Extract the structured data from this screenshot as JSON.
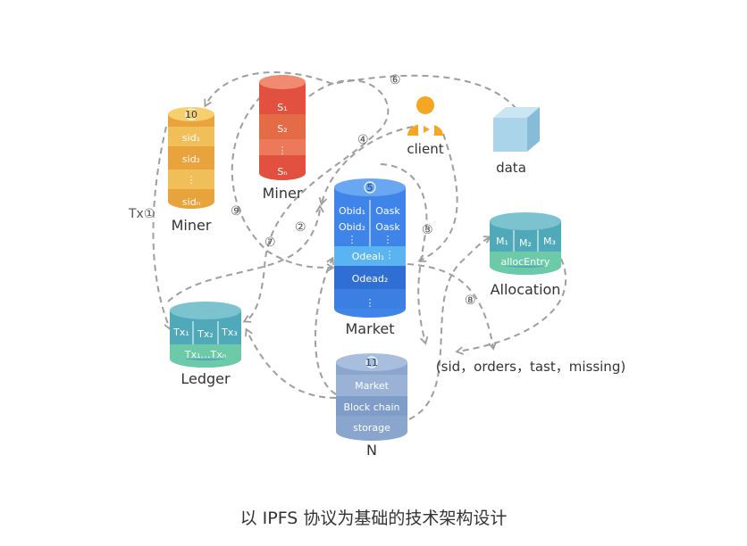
{
  "caption": "以 IPFS 协议为基础的技术架构设计",
  "colors": {
    "arrow": "#9e9e9e",
    "gold": "#e8a33c",
    "gold_light": "#f0bf5a",
    "red": "#e2513f",
    "red_light": "#ec7a5a",
    "blue": "#3f84e8",
    "blue_light": "#5ab4f2",
    "teal": "#5cc3b1",
    "slate": "#8aa6cf",
    "person": "#f5a623",
    "cube": "#a9d4ea"
  },
  "nodes": {
    "miner_sid": {
      "top_num": "10",
      "layers": [
        "sid₁",
        "sid₂",
        "⋮",
        "sidₙ"
      ],
      "label": "Miner"
    },
    "miner_s": {
      "layers": [
        "S₁",
        "S₂",
        "⋮",
        "Sₙ"
      ],
      "label": "Miner"
    },
    "market": {
      "top_num": "5",
      "row1_left": "Obid₁",
      "row1_right": "Oask",
      "row2_left": "Obid₂",
      "row2_right": "Oask",
      "row3_left": "⋮",
      "row3_right": "⋮",
      "deal1": "Odeal₁",
      "deal1_dots": "⋮",
      "deal2": "Odead₂",
      "bottom_dots": "⋮",
      "label": "Market"
    },
    "ledger": {
      "tx_cells": [
        "Tx₁",
        "Tx₂",
        "Tx₃"
      ],
      "range": "Tx₁…Txₙ",
      "label": "Ledger"
    },
    "allocation": {
      "cells": [
        "M₁",
        "M₂",
        "M₃"
      ],
      "entry": "allocEntry",
      "label": "Allocation"
    },
    "n": {
      "top_num": "11",
      "layers": [
        "Market",
        "Block chain",
        "storage"
      ],
      "label": "N"
    },
    "client": {
      "label": "client"
    },
    "data": {
      "label": "data"
    }
  },
  "tuple_text": "(sid，orders，tast，missing)",
  "edges": {
    "e1": "Tx①",
    "e2": "②",
    "e3": "③",
    "e4": "④",
    "e6": "⑥",
    "e7": "⑦",
    "e8": "⑧",
    "e9": "⑨"
  }
}
